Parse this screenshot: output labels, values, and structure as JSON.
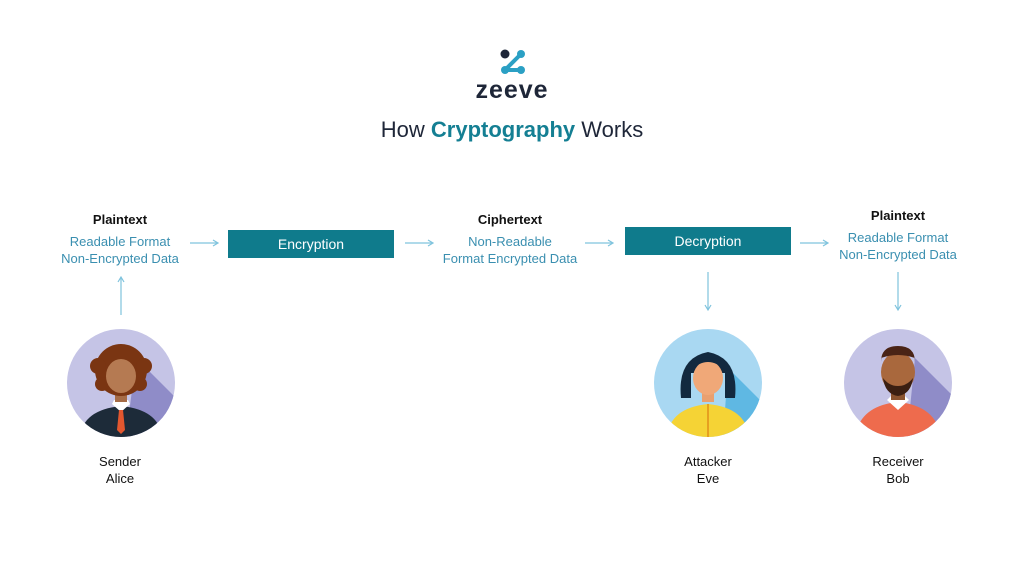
{
  "brand": {
    "name": "zeeve"
  },
  "title": {
    "prefix": "How ",
    "highlight": "Cryptography",
    "suffix": " Works"
  },
  "stages": {
    "plaintext_in": {
      "heading": "Plaintext",
      "line1": "Readable Format",
      "line2": "Non-Encrypted Data"
    },
    "encryption": {
      "label": "Encryption"
    },
    "ciphertext": {
      "heading": "Ciphertext",
      "line1": "Non-Readable",
      "line2": "Format Encrypted Data"
    },
    "decryption": {
      "label": "Decryption"
    },
    "plaintext_out": {
      "heading": "Plaintext",
      "line1": "Readable Format",
      "line2": "Non-Encrypted Data"
    }
  },
  "actors": {
    "alice": {
      "role": "Sender",
      "name": "Alice"
    },
    "eve": {
      "role": "Attacker",
      "name": "Eve"
    },
    "bob": {
      "role": "Receiver",
      "name": "Bob"
    }
  },
  "colors": {
    "accent": "#0f7b8c",
    "teal_text": "#3a8fb0",
    "arrow": "#7fc3dd"
  }
}
